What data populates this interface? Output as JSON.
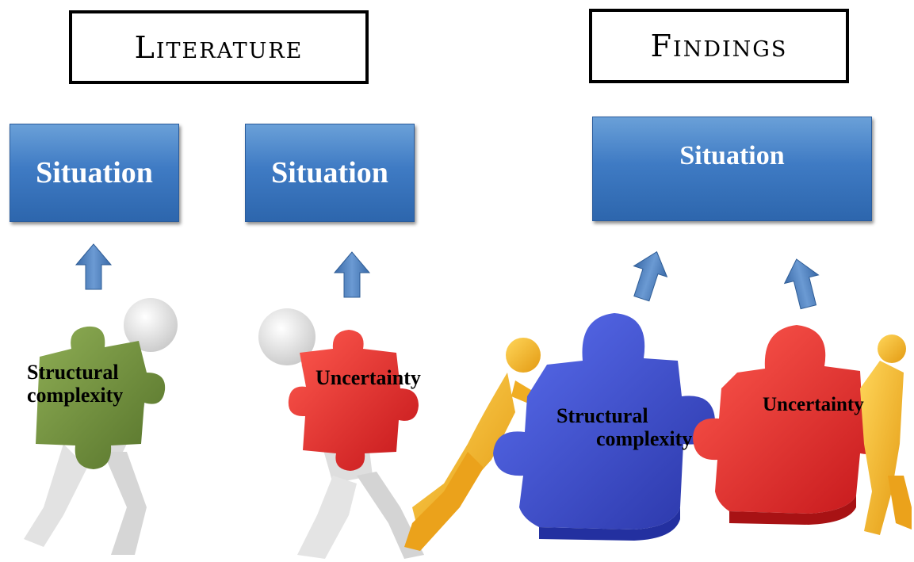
{
  "headers": {
    "literature": "Literature",
    "findings": "Findings"
  },
  "situation_boxes": [
    "Situation",
    "Situation",
    "Situation"
  ],
  "labels": {
    "green_piece": [
      "Structural",
      "complexity"
    ],
    "red_piece_left": "Uncertainty",
    "blue_piece": [
      "Structural",
      "complexity"
    ],
    "red_piece_right": "Uncertainty"
  },
  "colors": {
    "box_blue": "#3f7bc4",
    "arrow_blue": "#4a7fbf",
    "green_piece": "#6e8f3a",
    "red_piece": "#e0221f",
    "blue_piece": "#3d4fcf",
    "figure_white": "#e8e8e8",
    "figure_gold": "#f2b526"
  },
  "icons": [
    "up-arrow-icon",
    "person-figure-icon",
    "puzzle-piece-icon"
  ]
}
